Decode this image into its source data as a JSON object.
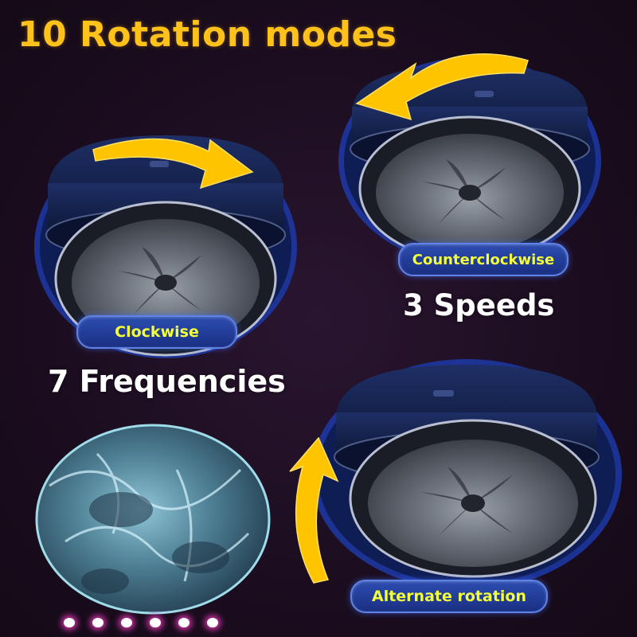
{
  "title": "10 Rotation modes",
  "captions": {
    "speeds": "3 Speeds",
    "frequencies": "7 Frequencies"
  },
  "modes": [
    {
      "label": "Clockwise",
      "arrow": "clockwise-arrow-icon"
    },
    {
      "label": "Counterclockwise",
      "arrow": "counterclockwise-arrow-icon"
    },
    {
      "label": "Alternate rotation",
      "arrow": "alternate-arrow-icon"
    }
  ],
  "indicator_dots": 6,
  "colors": {
    "title": "#ffc21a",
    "badge_text": "#f2ff3a",
    "badge_bg": "#1f3a9a",
    "arrow": "#ffc400",
    "background": "#1b0d1f"
  }
}
